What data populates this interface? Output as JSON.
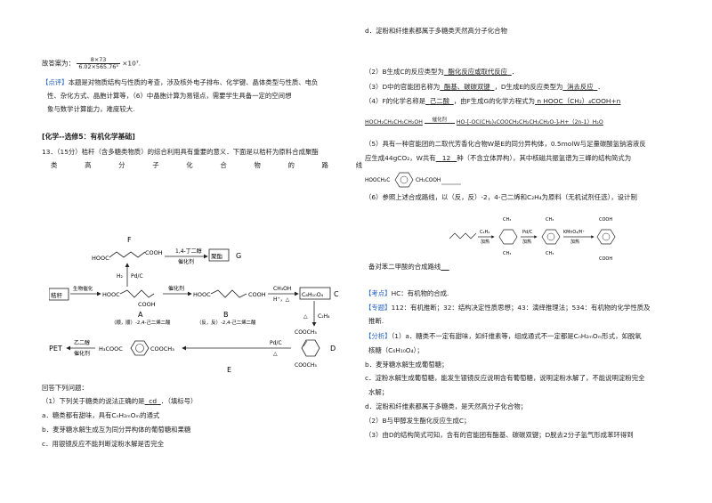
{
  "left": {
    "answer_label": "故答案为：",
    "frac_num": "8×73",
    "frac_den": "6.02×565.76³",
    "frac_tail": "×10⁷.",
    "comment_tag": "【点评】",
    "comment_l1": "本题是对物质结构与性质的考查，涉及核外电子排布、化学键、晶体类型与性质、电负",
    "comment_l2": "性、杂化方式、晶胞计算等，（6）中晶胞计算为易错点，需要学生具备一定的空间想",
    "comment_l3": "象与数学计算能力，难度较大.",
    "section_title": "[化学--选修5：有机化学基础]",
    "q13_l1": "13．（15分）秸秆（含多糖类物质）的综合利用具有重要的意义．下面是以秸秆为原料合成聚酯",
    "q13_l2": [
      "类",
      "高",
      "分",
      "子",
      "化",
      "合",
      "物",
      "的",
      "路",
      "线"
    ],
    "diagram": {
      "F": "F",
      "hooc_f": "HOOC",
      "cooh_f": "COOH",
      "butanediol_1": "1,4-丁二醇",
      "catalyst": "催化剂",
      "juzhi": "聚酯",
      "G": "G",
      "h2": "H₂",
      "pdc": "Pd/C",
      "jiegan": "秸秆",
      "bio_catalysis": "生物催化",
      "hooc_a": "HOOC",
      "cooh_a": "COOH",
      "catalyst_ab": "催化剂",
      "hooc_b": "HOOC",
      "cooh_b": "COOH",
      "ch3oh": "CH₃OH",
      "h_heat": "H⁺，△",
      "C_formula": "C₈H₁₀O₄",
      "C": "C",
      "A": "A",
      "A_note": "（顺，顺）-2,4-己二烯二酸",
      "B": "B",
      "B_note": "（反，反）-2,4-己二烯二酸",
      "triangle": "△",
      "c2h4": "C₂H₄",
      "pet": "PET",
      "ethylene_glycol": "乙二醇",
      "catalyst_pet": "催化剂",
      "h3cooc_e": "H₃COOC",
      "cooch3_e": "COOCH₃",
      "pdc2": "Pd/C",
      "heat2": "△",
      "cooch3_d_top": "COOCH₃",
      "cooch3_d_bot": "COOCH₃",
      "D": "D",
      "E": "E"
    },
    "questions_intro": "回答下列问题：",
    "q1_a": "（1）下列关于糖类的说法正确的是",
    "q1_ans": "cd",
    "q1_b": "．（填标号）",
    "opt_a": "a．糖类都有甜味，具有CₙH₂ₘOₘ的通式",
    "opt_b": "b．麦芽糖水解生成互为同分异构体的葡萄糖和果糖",
    "opt_c": "c．用银镜反应不能判断淀粉水解是否完全"
  },
  "right": {
    "opt_d": "d．淀粉和纤维素都属于多糖类天然高分子化合物",
    "q2_a": "（2）B生成C的反应类型为",
    "q2_ans": "酯化反应或取代反应",
    "q3_a": "（3）D中的官能团名称为",
    "q3_ans1": "酯基、碳碳双键",
    "q3_b": "，D生成E的反应类型为",
    "q3_ans2": "消去反应",
    "q4_a": "（4）F的化学名称是",
    "q4_ans": "己二酸",
    "q4_b": "，由F生成G的化学方程式为",
    "q4_ans2": "n HOOC（CH₂）₄COOH+n",
    "q4_eq_l": "HOCH₂CH₂CH₂CH₂OH",
    "q4_cat": "催化剂",
    "q4_eq_r": "HO-[-OC(CH₂)₄COOCH₂CH₂CH₂CH₂O-]ₙH+（2n-1）H₂O",
    "q5_l1": "（5）具有一种官能团的二取代芳香化合物W是E的同分异构体，0.5molW与足量碳酸氢钠溶液反",
    "q5_l2a": "应生成44gCO₂，W共有",
    "q5_ans": "12",
    "q5_l2b": "种（不含立体异构），其中核磁共振氢谱为三峰的结构简式为",
    "w_left": "HOOCH₂C",
    "w_right": "CH₂COOH",
    "q6_l1": "（6）参照上述合成路线，以（反，反）-2，4-己二烯和C₂H₄为原料（无机试剂任选），设计制",
    "q6_l2": "备对苯二甲酸的合成路线",
    "syn_c2h4": "C₂H₄",
    "syn_heat1": "加热",
    "syn_pdc": "Pd/C",
    "syn_heat2": "加热",
    "syn_kmno4": "KMnO₄/H⁺",
    "syn_heat3": "加热",
    "syn_ch3": "CH₃",
    "syn_cooh": "COOH",
    "kaodian_tag": "【考点】",
    "kaodian": "HC：有机物的合成.",
    "zhuanti_tag": "【专题】",
    "zhuanti_l1": "112：有机推断；32：结构决定性质思想；43：演绎推理法；534：有机物的化学性质及",
    "zhuanti_l2": "推断.",
    "fenxi_tag": "【分析】",
    "fenxi_l1": "（1）a．糖类不一定有甜味，如纤维素等，组成通式不一定都是CₙH₂ₘOₘ形式，如脱氧",
    "fenxi_l2": "核糖（C₆H₁₀O₄）；",
    "fenxi_b": "b．麦芽糖水解生成葡萄糖；",
    "fenxi_c1": "c．淀粉水解生成葡萄糖，能发生银镜反应说明含有葡萄糖，说明淀粉水解了，不能说明淀粉完全",
    "fenxi_c2": "水解；",
    "fenxi_d": "d．淀粉和纤维素都属于多糖类，是天然高分子化合物；",
    "fenxi_2": "（2）B与甲醇发生酯化反应生成C；",
    "fenxi_3": "（3）由D的结构简式可知，含有的官能团有酯基、碳碳双键；D脱去2分子氢气形成苯环得到"
  }
}
